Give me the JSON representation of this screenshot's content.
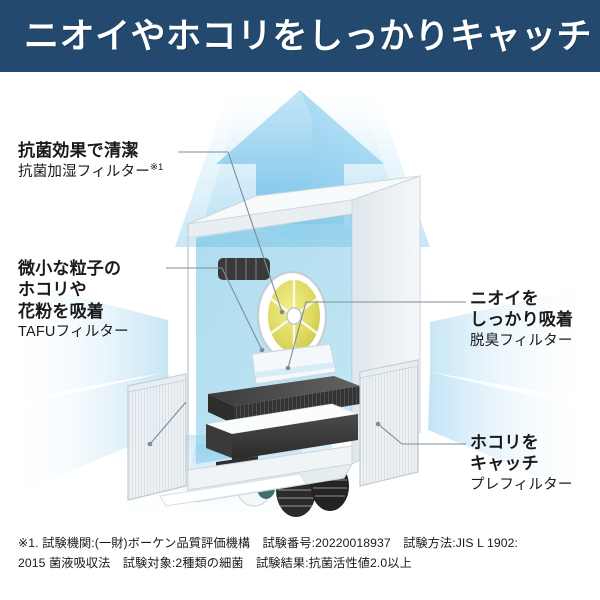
{
  "banner": {
    "title": "ニオイやホコリをしっかりキャッチ",
    "background_color": "#24496e",
    "text_color": "#ffffff"
  },
  "illustration": {
    "name": "air-purifier-cutaway-diagram",
    "description": "空気清浄機の内部構造カットモデル図",
    "airflow_color": "#7fc6ec",
    "parts": [
      "top-outlet-arrow",
      "antibacterial-humidifying-filter-disc",
      "deodorizing-filter",
      "tafu-filter",
      "blower-fan",
      "pre-filter-panel-left",
      "pre-filter-panel-right",
      "bottom-intake"
    ]
  },
  "callouts": {
    "humidifier": {
      "head": "抗菌効果で清潔",
      "sub": "抗菌加湿フィルター",
      "mark": "※1"
    },
    "tafu": {
      "head_line1": "微小な粒子の",
      "head_line2": "ホコリや",
      "head_line3": "花粉を吸着",
      "sub": "TAFUフィルター"
    },
    "deodorize": {
      "head_line1": "ニオイを",
      "head_line2": "しっかり吸着",
      "sub": "脱臭フィルター"
    },
    "prefilter": {
      "head_line1": "ホコリを",
      "head_line2": "キャッチ",
      "sub": "プレフィルター"
    }
  },
  "footnote": {
    "line1": "※1. 試験機関:(一財)ボーケン品質評価機構　試験番号:20220018937　試験方法:JIS  L  1902:",
    "line2": "2015 菌液吸収法　試験対象:2種類の細菌　試験結果:抗菌活性値2.0以上"
  }
}
